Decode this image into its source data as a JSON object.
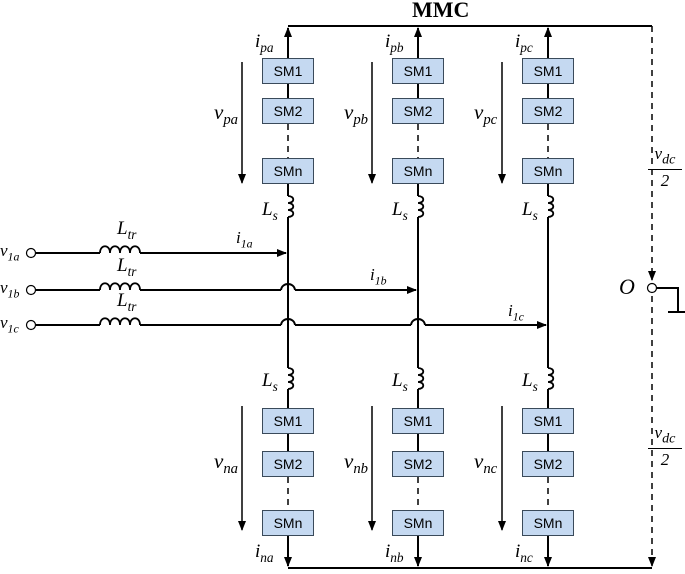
{
  "title": "MMC",
  "submodules": {
    "sm1": "SM1",
    "sm2": "SM2",
    "smn": "SMn"
  },
  "inductor": "L",
  "inductor_sub_s": "s",
  "inductor_sub_tr": "tr",
  "upper_currents": [
    "pa",
    "pb",
    "pc"
  ],
  "lower_currents": [
    "na",
    "nb",
    "nc"
  ],
  "upper_voltages": [
    "pa",
    "pb",
    "pc"
  ],
  "lower_voltages": [
    "na",
    "nb",
    "nc"
  ],
  "input_voltages": [
    "1a",
    "1b",
    "1c"
  ],
  "input_currents": [
    "1a",
    "1b",
    "1c"
  ],
  "current_symbol": "i",
  "voltage_symbol": "v",
  "dc_voltage_num": "v",
  "dc_voltage_sub": "dc",
  "dc_voltage_den": "2",
  "midpoint": "O"
}
